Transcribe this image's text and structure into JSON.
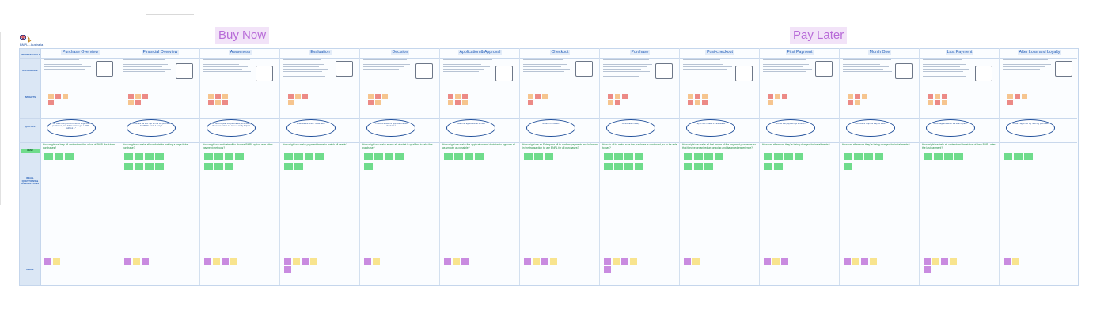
{
  "board": {
    "country": "BNPL - Australia",
    "country_flag_icon": "australian-flag-icon",
    "phases": [
      {
        "label": "Buy Now"
      },
      {
        "label": "Pay Later"
      }
    ],
    "row_labels": [
      "MINDSET/GOALS",
      "EXPERIENCE",
      "INSIGHTS",
      "QUOTES",
      "HMW",
      "IDEAS, QUESTIONS & ASSUMPTIONS",
      "RISKS"
    ],
    "stages": [
      {
        "name": "Purchase Overview",
        "hmw": "How might we help all understand the value of BNPL for future purchases?"
      },
      {
        "name": "Financial Overview",
        "hmw": "How might we make all comfortable making a large ticket purchase?"
      },
      {
        "name": "Awareness",
        "hmw": "How might we motivate all to choose BNPL option over other payment methods?"
      },
      {
        "name": "Evaluation",
        "hmw": "How might we make payment terms to match all needs?"
      },
      {
        "name": "Decision",
        "hmw": "How might we make aware all of what is qualified to take this purchase?"
      },
      {
        "name": "Application & Approval",
        "hmw": "How might we make the application and decision to approve all as smooth as possible?"
      },
      {
        "name": "Checkout",
        "hmw": "How might we as Enterprise all to confirm payments are balanced in the transaction to use BNPL for all purchases?"
      },
      {
        "name": "Purchase",
        "hmw": "How do all to make sure the purchase is continued, so to be able to pay?"
      },
      {
        "name": "Post-checkout",
        "hmw": "How might we make all feel aware of the payment processes so that they've organized an ongoing and balanced experience?"
      },
      {
        "name": "First Payment",
        "hmw": "How can all ensure they're being charged for installments?"
      },
      {
        "name": "Month One",
        "hmw": "How can all ensure they're being charged for installments?"
      },
      {
        "name": "Last Payment",
        "hmw": "How might we help all understand the status of their BNPL after the last payment?"
      },
      {
        "name": "After Loan and Loyalty",
        "hmw": ""
      }
    ],
    "quotes": [
      "\"We were using credit cards on large ticket purchases, and didn't want to get a BNPL without it.\"",
      "\"Sometimes we don't go for the big purchases, but BNPL made it easy.\"",
      "\"We need to plan our purchases, so knowing the terms before we sign up really helps.\"",
      "\"What are the limits? What fees?\"",
      "\"I need to know I'm approved before checkout.\"",
      "\"I want the application to be fast.\"",
      "\"Great if it's instant!\"",
      "\"Confirmation is key.\"",
      "\"Pay in four means it's affordable.\"",
      "\"Did the first payment go through?\"",
      "\"Reminders help me stay on track.\"",
      "\"What happens when the loan is paid?\"",
      "\"I'd use it again for my next big purchase.\""
    ]
  },
  "colors": {
    "accent_blue": "#1f5bb8",
    "phase_purple": "#b86bd8",
    "hmw_green": "#178a3c",
    "insight_red": "#ec8a86",
    "insight_orange": "#f6c58f",
    "idea_green": "#6fdc8c",
    "risk_purple": "#c98be0",
    "risk_yellow": "#f8e48f"
  }
}
